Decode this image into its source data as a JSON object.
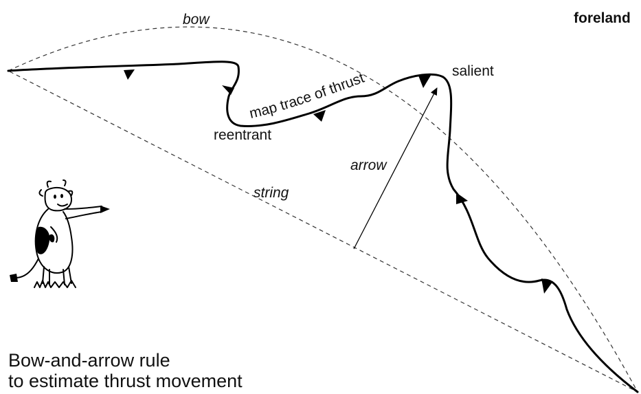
{
  "labels": {
    "bow": "bow",
    "foreland": "foreland",
    "salient": "salient",
    "map_trace": "map trace of thrust",
    "reentrant": "reentrant",
    "arrow": "arrow",
    "string": "string"
  },
  "caption": {
    "line1": "Bow-and-arrow rule",
    "line2": "to estimate thrust movement"
  },
  "figure": {
    "illustration": "cartoon-cow-pointing"
  }
}
